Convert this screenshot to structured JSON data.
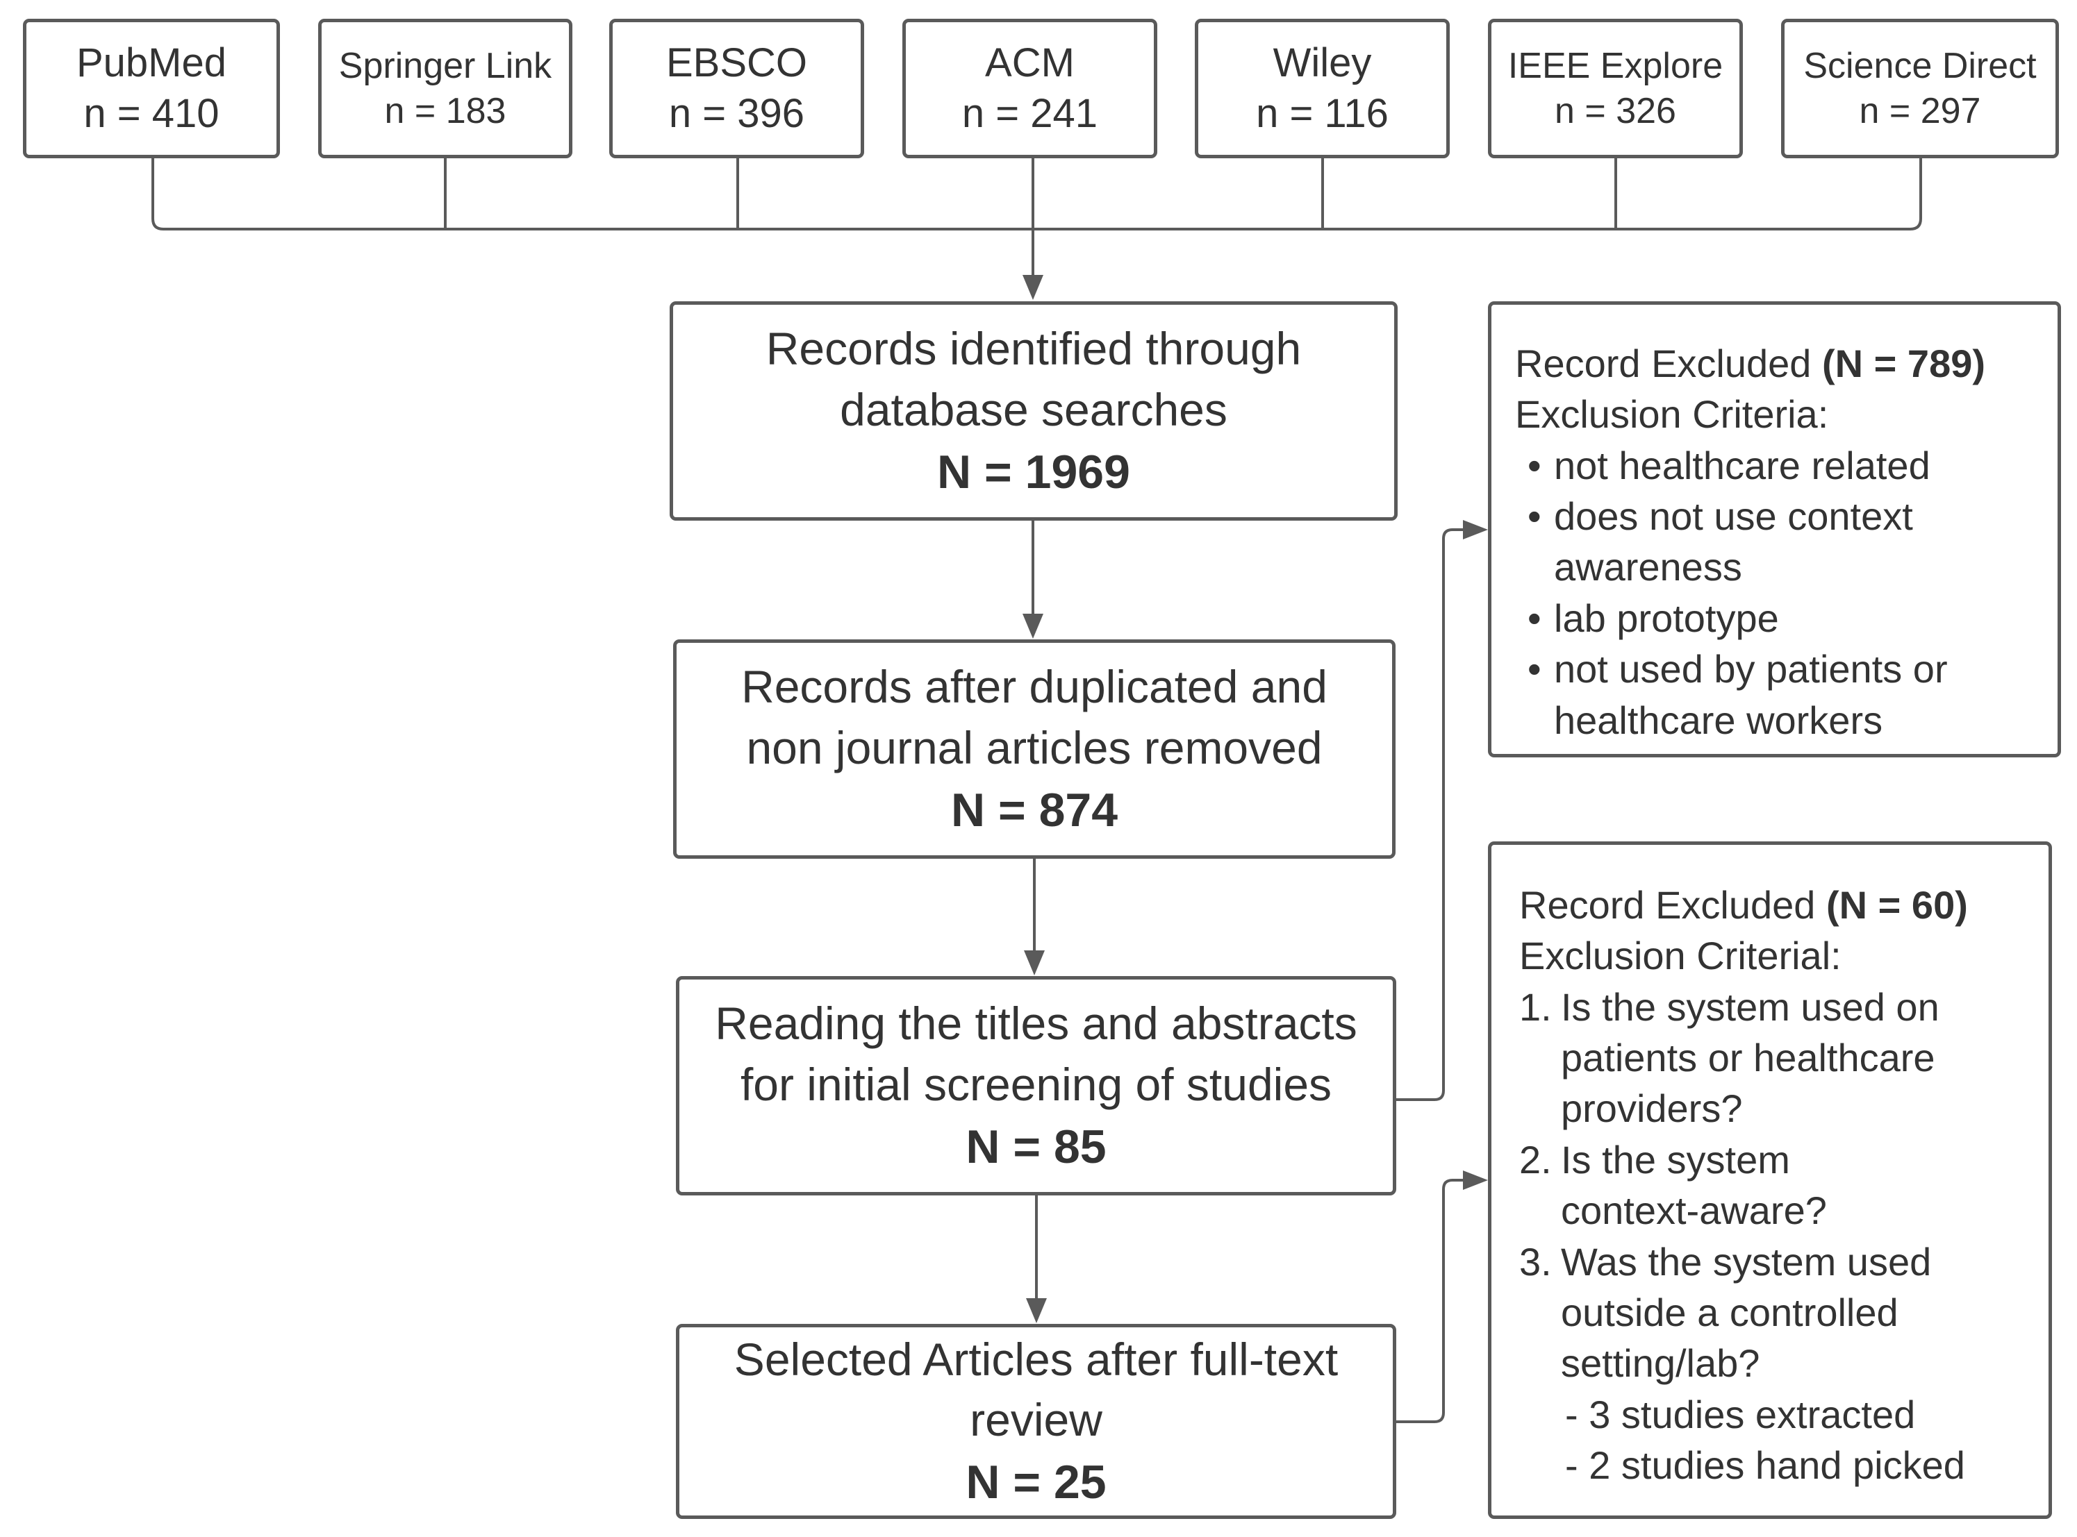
{
  "sources": [
    {
      "name": "PubMed",
      "count": "n = 410"
    },
    {
      "name": "Springer Link",
      "count": "n = 183"
    },
    {
      "name": "EBSCO",
      "count": "n = 396"
    },
    {
      "name": "ACM",
      "count": "n = 241"
    },
    {
      "name": "Wiley",
      "count": "n = 116"
    },
    {
      "name": "IEEE Explore",
      "count": "n = 326"
    },
    {
      "name": "Science Direct",
      "count": "n = 297"
    }
  ],
  "steps": [
    {
      "line1": "Records identified through",
      "line2": "database searches",
      "n": "N = 1969"
    },
    {
      "line1": "Records after duplicated and",
      "line2": "non journal articles removed",
      "n": "N = 874"
    },
    {
      "line1": "Reading the titles and abstracts",
      "line2": "for initial screening of studies",
      "n": "N = 85"
    },
    {
      "line1": "Selected Articles after full-text",
      "line2": "review",
      "n": "N = 25"
    }
  ],
  "exclusion1": {
    "title": "Record Excluded",
    "n": "(N = 789)",
    "subtitle": "Exclusion Criteria:",
    "items": [
      "not healthcare related",
      "does not use context awareness",
      "lab prototype",
      "not used by patients or healthcare workers"
    ]
  },
  "exclusion2": {
    "title": "Record Excluded",
    "n": "(N = 60)",
    "subtitle": "Exclusion Criterial:",
    "items": [
      {
        "marker": "1.",
        "text": "Is the system used on patients or healthcare providers?"
      },
      {
        "marker": "2.",
        "text": "Is the system context-aware?"
      },
      {
        "marker": "3.",
        "text": "Was the system used outside a controlled setting/lab?"
      }
    ],
    "notes": [
      "- 3 studies extracted",
      "- 2 studies hand picked"
    ]
  },
  "colors": {
    "border": "#5a5a5a",
    "text": "#333333",
    "connector": "#5a5a5a"
  }
}
